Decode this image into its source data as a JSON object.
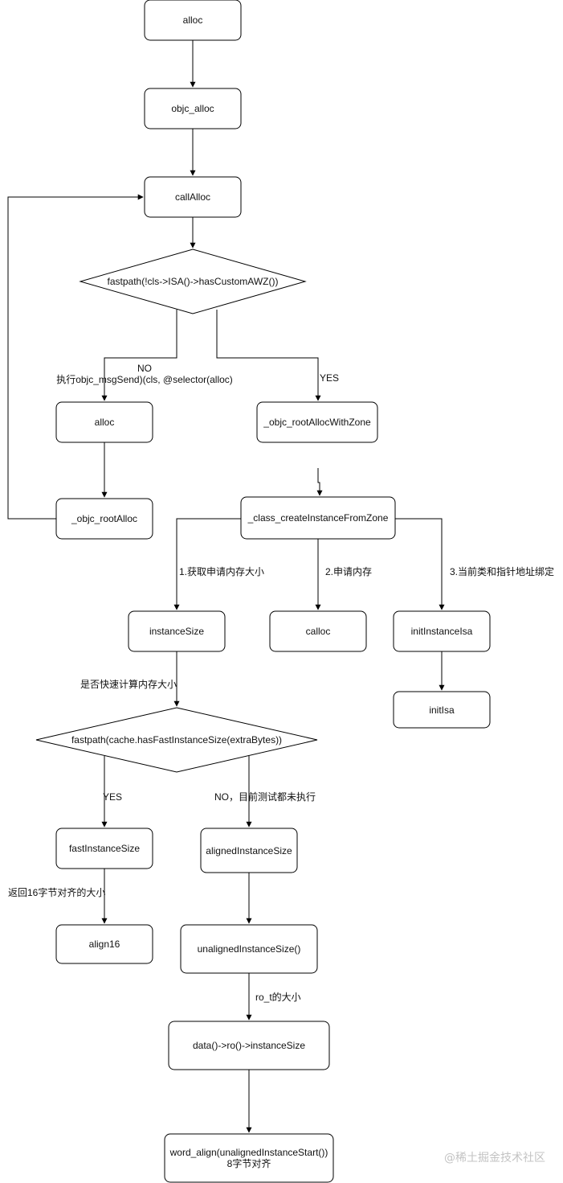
{
  "nodes": {
    "alloc_top": "alloc",
    "objc_alloc": "objc_alloc",
    "callAlloc": "callAlloc",
    "decision_awz": "fastpath(!cls->ISA()->hasCustomAWZ())",
    "alloc_left": "alloc",
    "objc_rootAlloc": "_objc_rootAlloc",
    "objc_rootAllocWithZone": "_objc_rootAllocWithZone",
    "class_createInstanceFromZone": "_class_createInstanceFromZone",
    "instanceSize": "instanceSize",
    "calloc": "calloc",
    "initInstanceIsa": "initInstanceIsa",
    "initIsa": "initIsa",
    "decision_fast_size": "fastpath(cache.hasFastInstanceSize(extraBytes))",
    "fastInstanceSize": "fastInstanceSize",
    "alignedInstanceSize": "alignedInstanceSize",
    "align16": "align16",
    "unalignedInstanceSize": "unalignedInstanceSize()",
    "data_ro_instanceSize": "data()->ro()->instanceSize",
    "word_align_line1": "word_align(unalignedInstanceStart())",
    "word_align_line2": "8字节对齐"
  },
  "edge_labels": {
    "no_line1": "NO",
    "no_line2": "执行objc_msgSend)(cls, @selector(alloc)",
    "yes_awz": "YES",
    "step1": "1.获取申请内存大小",
    "step2": "2.申请内存",
    "step3": "3.当前类和指针地址绑定",
    "is_fast_calc": "是否快速计算内存大小",
    "yes_fast": "YES",
    "no_fast": "NO，目前测试都未执行",
    "return_16": "返回16字节对齐的大小",
    "ro_t_size": "ro_t的大小"
  },
  "watermark": "@稀土掘金技术社区"
}
